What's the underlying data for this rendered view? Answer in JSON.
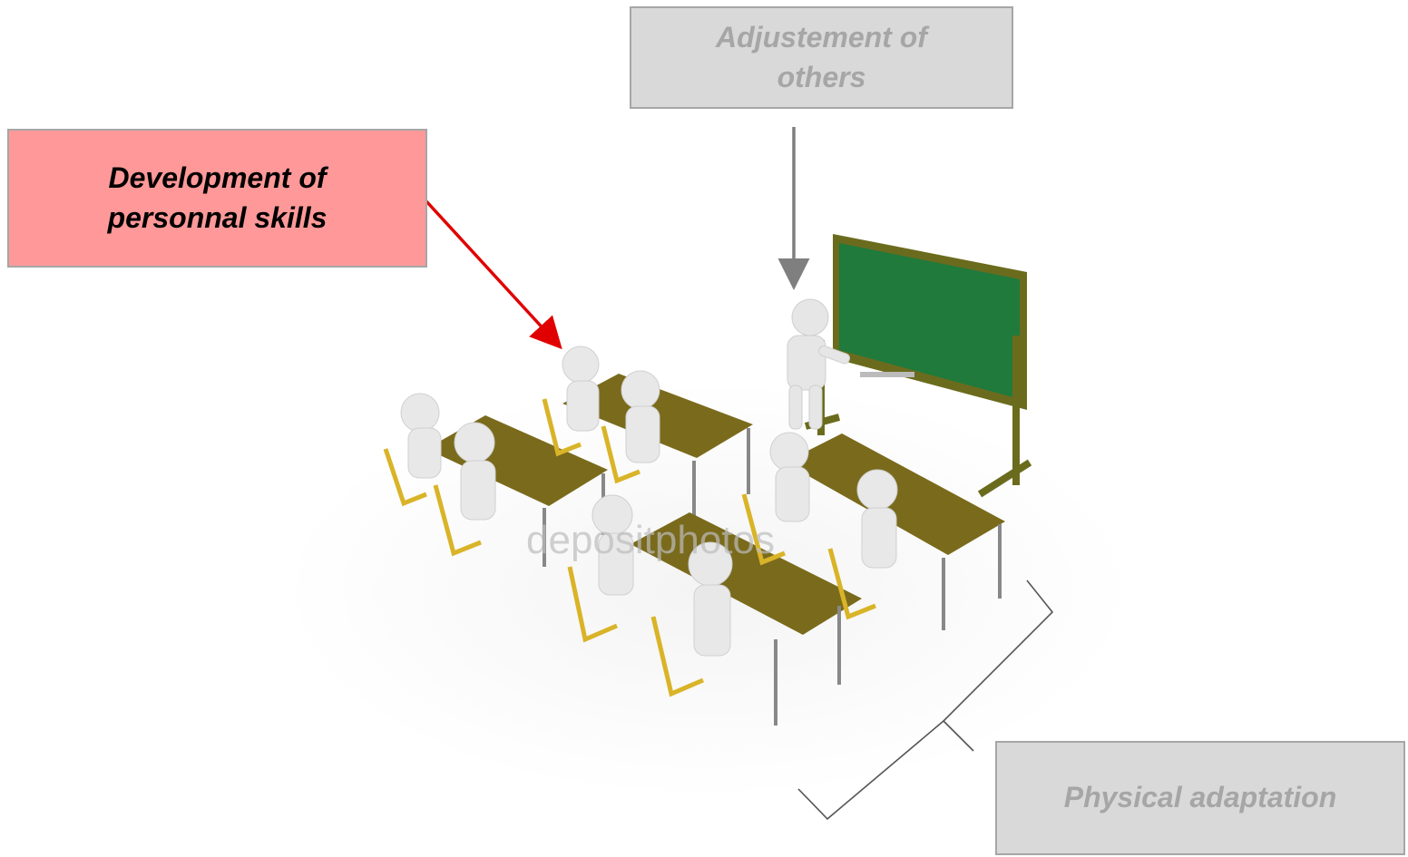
{
  "boxes": {
    "adjustment": {
      "line1": "Adjustement of",
      "line2": "others",
      "fill": "#d9d9d9",
      "text_color": "#a6a6a6"
    },
    "development": {
      "line1": "Development of",
      "line2": "personnal skills",
      "fill": "#ff9999",
      "text_color": "#000000"
    },
    "physical": {
      "label": "Physical adaptation",
      "fill": "#d9d9d9",
      "text_color": "#a6a6a6"
    }
  },
  "illustration": {
    "watermark": "depositphotos",
    "colors": {
      "board": "#1f7a3c",
      "frame": "#6b6b1e",
      "desk": "#7a6a1c",
      "chair": "#d9b428",
      "figure": "#e8e8e8"
    }
  },
  "arrows": {
    "development_arrow_color": "#e00000",
    "adjustment_arrow_color": "#7f7f7f",
    "brace_color": "#555555"
  }
}
